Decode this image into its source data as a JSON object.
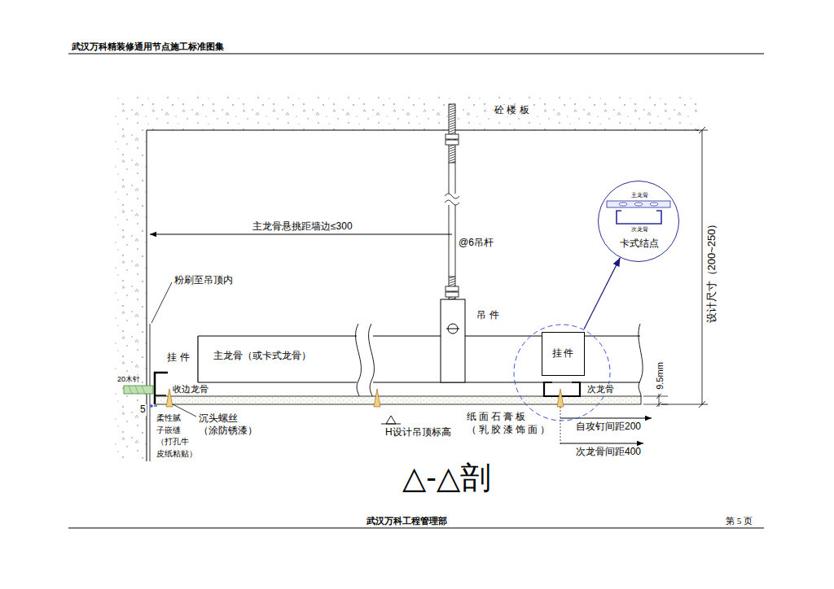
{
  "diagram": {
    "title": "武汉万科精装修通用节点施工标准图集",
    "nodes": [
      {
        "text": [
          "次龙骨"
        ]
      },
      {
        "text": [
          "挂件"
        ],
        "in": 0
      },
      {
        "text": [
          "主龙骨",
          "次龙骨",
          "卡式结点"
        ]
      }
    ],
    "edges": [
      {
        "from": 0,
        "to": 2,
        "arrow": "to"
      }
    ],
    "labels": [
      "砼 楼 板",
      "主龙骨悬挑距墙边≤300",
      "@6吊杆",
      "设计尺寸（200~250）",
      "粉刷至吊顶内",
      "吊件",
      "挂件",
      "主龙骨（或卡式龙骨）",
      "20木针",
      "收边龙骨",
      "9.5mm",
      "5",
      "柔性腻 子嵌缝 （打孔牛 皮纸粘贴）",
      "沉头螺丝 （涂防锈漆）",
      "H设计吊顶标高",
      "纸面石膏板 （乳胶漆饰面）",
      "自攻钉间距200",
      "次龙骨间距400",
      "△-△剖",
      "武汉万科工程管理部",
      "第 5 页"
    ]
  }
}
